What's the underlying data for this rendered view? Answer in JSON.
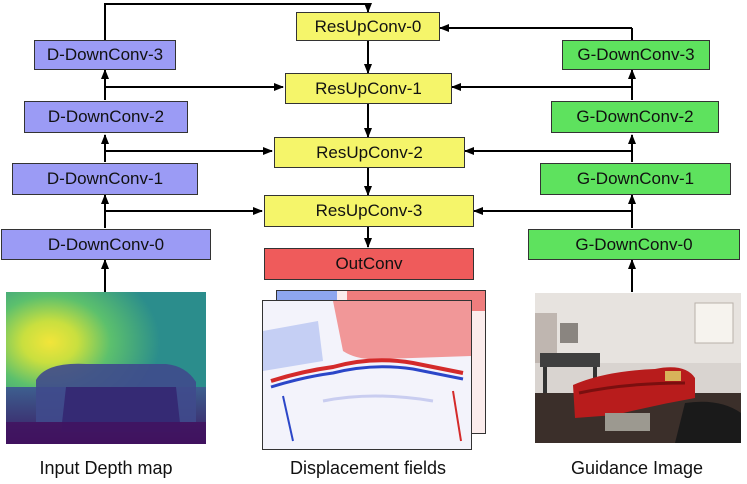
{
  "diagram": {
    "depth_encoder": [
      "D-DownConv-0",
      "D-DownConv-1",
      "D-DownConv-2",
      "D-DownConv-3"
    ],
    "guidance_encoder": [
      "G-DownConv-0",
      "G-DownConv-1",
      "G-DownConv-2",
      "G-DownConv-3"
    ],
    "decoder": [
      "ResUpConv-0",
      "ResUpConv-1",
      "ResUpConv-2",
      "ResUpConv-3"
    ],
    "output": "OutConv",
    "colors": {
      "depth_block": "#9b9bf5",
      "guidance_block": "#5ee25e",
      "decoder_block": "#f5f56a",
      "output_block": "#ef5b5b"
    }
  },
  "captions": {
    "input": "Input Depth map",
    "displacement": "Displacement fields",
    "guidance": "Guidance Image"
  }
}
